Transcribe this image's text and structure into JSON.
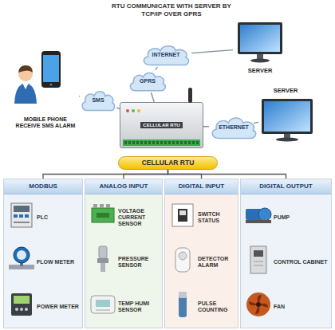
{
  "diagram": {
    "nodes": [
      {
        "text": [
          "SERVER"
        ]
      },
      {
        "text": [
          "INTERNET"
        ]
      },
      {
        "text": [
          "GPRS"
        ]
      },
      {
        "text": [
          "MOBILE PHONE RECEIVE SMS ALARM"
        ]
      },
      {
        "text": [
          "SMS"
        ]
      },
      {
        "text": [
          "SERVER"
        ]
      },
      {
        "text": [
          "CELLULAR RTU"
        ]
      },
      {
        "text": [
          "ETHERNET"
        ]
      },
      {
        "text": [
          "CELLULAR RTU"
        ]
      },
      {
        "text": [
          "MODBUS"
        ]
      },
      {
        "text": [
          "PLC"
        ],
        "in": 9
      },
      {
        "text": [
          "FLOW METER"
        ],
        "in": 9
      },
      {
        "text": [
          "POWER METER"
        ],
        "in": 9
      },
      {
        "text": [
          "ANALOG INPUT"
        ]
      },
      {
        "text": [
          "VOLTAGE CURRENT SENSOR"
        ],
        "in": 13
      },
      {
        "text": [
          "PRESSURE SENSOR"
        ],
        "in": 13
      },
      {
        "text": [
          "TEMP HUMI SENSOR"
        ],
        "in": 13
      },
      {
        "text": [
          "DIGITAL INPUT"
        ]
      },
      {
        "text": [
          "SWITCH STATUS"
        ],
        "in": 17
      },
      {
        "text": [
          "DETECTOR ALARM"
        ],
        "in": 17
      },
      {
        "text": [
          "PULSE COUNTING"
        ],
        "in": 17
      },
      {
        "text": [
          "DIGITAL OUTPUT"
        ]
      },
      {
        "text": [
          "PUMP"
        ],
        "in": 21
      },
      {
        "text": [
          "CONTROL CABINET"
        ],
        "in": 21
      },
      {
        "text": [
          "FAN"
        ],
        "in": 21
      }
    ],
    "edges": [
      {
        "from": 6,
        "to": 2,
        "arrow": "none"
      },
      {
        "from": 2,
        "to": 1,
        "arrow": "none"
      },
      {
        "from": 1,
        "to": 0,
        "arrow": "none"
      },
      {
        "from": 6,
        "to": 4,
        "arrow": "none"
      },
      {
        "from": 4,
        "to": 3,
        "arrow": "none"
      },
      {
        "from": 6,
        "to": 7,
        "arrow": "none"
      },
      {
        "from": 7,
        "to": 5,
        "arrow": "none"
      },
      {
        "from": 8,
        "to": 9,
        "arrow": "none"
      },
      {
        "from": 8,
        "to": 13,
        "arrow": "none"
      },
      {
        "from": 8,
        "to": 17,
        "arrow": "none"
      },
      {
        "from": 8,
        "to": 21,
        "arrow": "none"
      }
    ],
    "labels": [
      "RTU COMMUNICATE WITH SERVER BY TCP/IP OVER GPRS"
    ]
  }
}
